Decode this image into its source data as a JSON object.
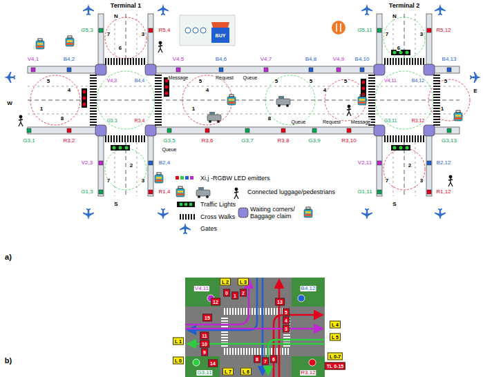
{
  "diagram": {
    "nodes": [
      {
        "text": [
          "L 2"
        ]
      },
      {
        "text": [
          "L 3"
        ]
      },
      {
        "text": [
          "0"
        ]
      },
      {
        "text": [
          "1"
        ]
      },
      {
        "text": [
          "2"
        ]
      },
      {
        "text": [
          "12"
        ]
      },
      {
        "text": [
          "13"
        ]
      },
      {
        "text": [
          "5"
        ]
      },
      {
        "text": [
          "4"
        ]
      },
      {
        "text": [
          "3"
        ]
      },
      {
        "text": [
          "15"
        ]
      },
      {
        "text": [
          "L 4"
        ]
      },
      {
        "text": [
          "L 5"
        ]
      },
      {
        "text": [
          "11"
        ]
      },
      {
        "text": [
          "10"
        ]
      },
      {
        "text": [
          "9"
        ]
      },
      {
        "text": [
          "L 1"
        ]
      },
      {
        "text": [
          "L 0"
        ]
      },
      {
        "text": [
          "14"
        ]
      },
      {
        "text": [
          "8"
        ]
      },
      {
        "text": [
          "7"
        ]
      },
      {
        "text": [
          "6"
        ]
      },
      {
        "text": [
          "L 0-7"
        ]
      },
      {
        "text": [
          "TL 0-15"
        ]
      },
      {
        "text": [
          "L 7"
        ]
      },
      {
        "text": [
          "L 6"
        ]
      }
    ],
    "labels": [
      "a)",
      "b)",
      "Terminal 1",
      "Terminal 2",
      "N",
      "N",
      "W",
      "E",
      "S",
      "S",
      "G5,3",
      "R5,4",
      "V2,3",
      "B2,4",
      "G1,3",
      "R1,4",
      "G5,11",
      "R5,12",
      "V2,11",
      "B2,12",
      "G1,11",
      "R1,12",
      "V4,1",
      "B4,2",
      "V4,5",
      "B4,6",
      "V4,7",
      "B4,8",
      "V4,9",
      "B4,10",
      "B4,13",
      "G3,1",
      "R3,2",
      "G3,5",
      "R3,6",
      "G3,7",
      "R3,8",
      "G3,9",
      "R3,10",
      "G3,13",
      "V4,3",
      "B4,4",
      "G3,3",
      "R3,4",
      "V4,11",
      "B4,12",
      "G3,11",
      "R3,12",
      "Message",
      "Request",
      "Queue",
      "Queue",
      "Queue",
      "Request",
      "Message",
      "BUY",
      "5",
      "5",
      "5",
      "5",
      "5",
      "5",
      "4",
      "4",
      "4",
      "1",
      "1",
      "1",
      "8",
      "8",
      "7",
      "3",
      "7",
      "3",
      "7",
      "3",
      "7",
      "3",
      "6",
      "2",
      "6",
      "2",
      "V4,11",
      "B4,12",
      "G3,11",
      "R3,12"
    ],
    "legend": [
      {
        "text": "Xi,j -RGBW LED emitters"
      },
      {
        "text": "Connected luggage/pedestrians"
      },
      {
        "text": "Traffic Lights"
      },
      {
        "text": "Waiting corners/ Baggage claim"
      },
      {
        "text": "Cross Walks"
      },
      {
        "text": "Gates"
      }
    ]
  }
}
